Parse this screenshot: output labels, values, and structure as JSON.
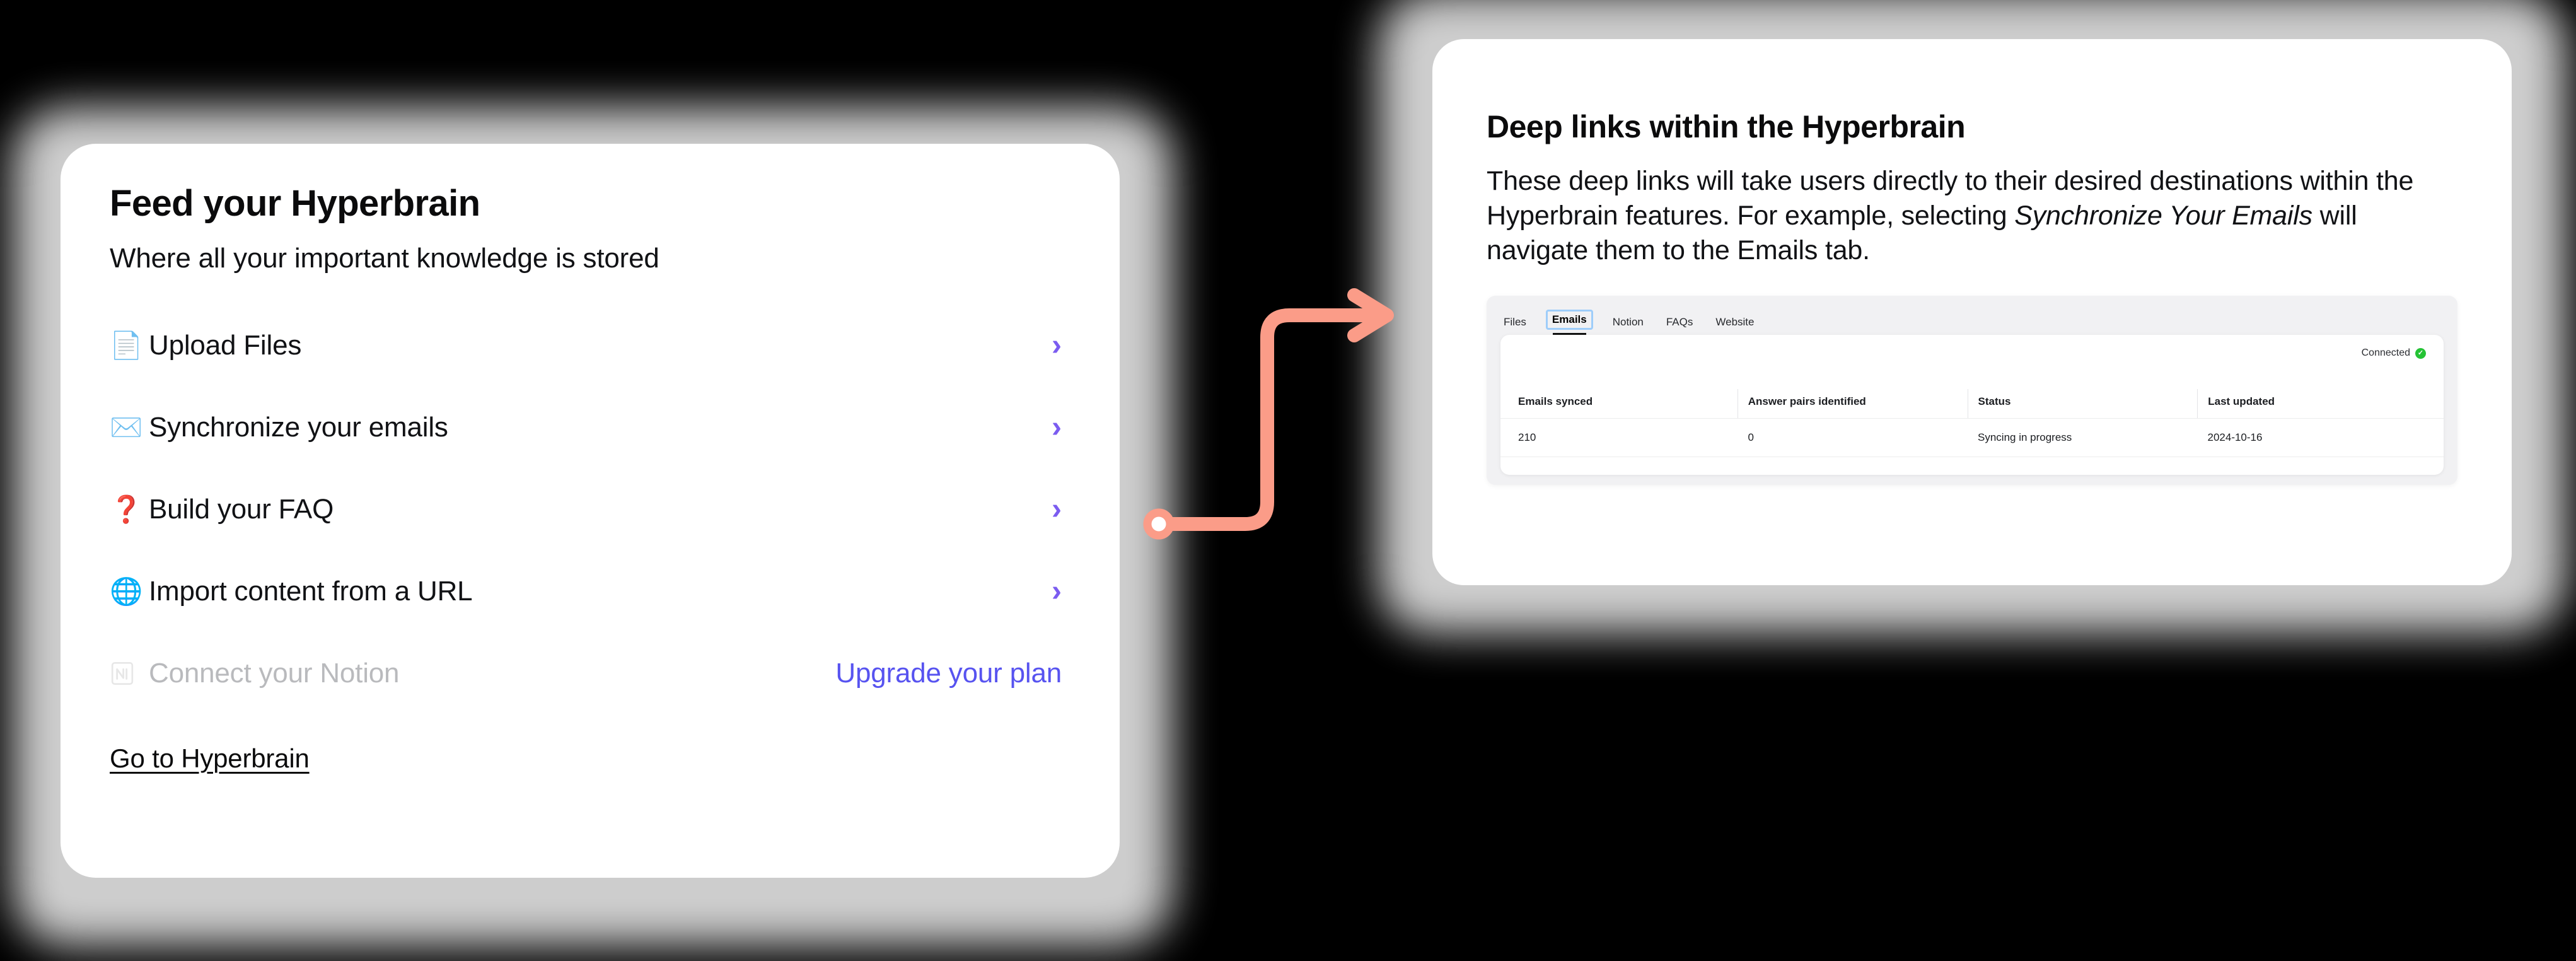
{
  "colors": {
    "background": "#000000",
    "card": "#ffffff",
    "chevron": "#7b5cf0",
    "upgrade_link": "#5753f0",
    "connector": "#fb9c88",
    "tab_highlight": "#9ecdfa",
    "connected": "#25c335",
    "disabled_text": "#b9babd"
  },
  "left_card": {
    "title": "Feed your Hyperbrain",
    "subtitle": "Where all your important knowledge is stored",
    "items": [
      {
        "icon": "document-icon",
        "glyph": "📄",
        "label": "Upload Files",
        "chevron": "›",
        "disabled": false
      },
      {
        "icon": "envelope-icon",
        "glyph": "✉️",
        "label": "Synchronize your emails",
        "chevron": "›",
        "disabled": false
      },
      {
        "icon": "question-icon",
        "glyph": "❓",
        "label": "Build your FAQ",
        "chevron": "›",
        "disabled": false
      },
      {
        "icon": "globe-icon",
        "glyph": "🌐",
        "label": "Import content from a URL",
        "chevron": "›",
        "disabled": false
      },
      {
        "icon": "notion-icon",
        "glyph": "🗒️",
        "label": "Connect your Notion",
        "chevron": "",
        "disabled": true
      }
    ],
    "upgrade_label": "Upgrade your plan",
    "goto_label": "Go to Hyperbrain"
  },
  "right_card": {
    "title": "Deep links within the Hyperbrain",
    "body_part1": "These deep links will take users directly to their desired destinations within the Hyperbrain features. For example, selecting ",
    "body_emphasis": "Synchronize Your Emails",
    "body_part2": " will navigate them to the Emails tab.",
    "screenshot": {
      "tabs": [
        {
          "label": "Files",
          "active": false
        },
        {
          "label": "Emails",
          "active": true
        },
        {
          "label": "Notion",
          "active": false
        },
        {
          "label": "FAQs",
          "active": false
        },
        {
          "label": "Website",
          "active": false
        }
      ],
      "connected_label": "Connected",
      "connected_check": "✓",
      "table": {
        "columns": [
          "Emails synced",
          "Answer pairs identified",
          "Status",
          "Last updated"
        ],
        "rows": [
          [
            "210",
            "0",
            "Syncing in progress",
            "2024-10-16"
          ]
        ]
      }
    }
  },
  "connector": {
    "name": "deep-link-connector-arrow",
    "from": "left-card-faq-row-edge",
    "to": "right-card-left-edge"
  }
}
